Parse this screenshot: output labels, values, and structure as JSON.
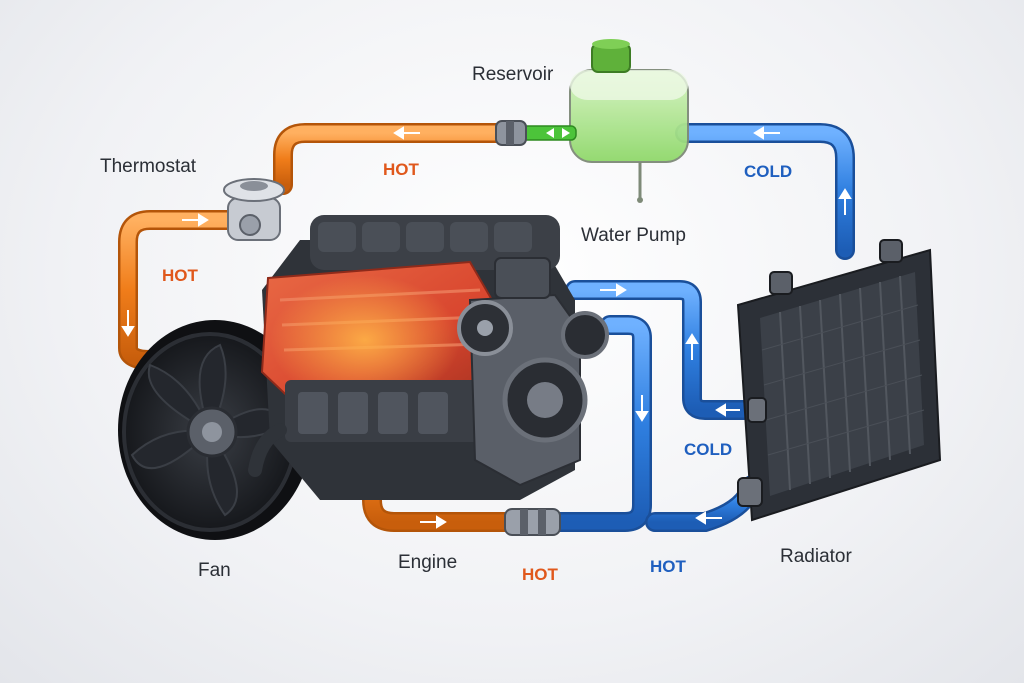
{
  "labels": {
    "reservoir": "Reservoir",
    "thermostat": "Thermostat",
    "water_pump": "Water Pump",
    "fan": "Fan",
    "engine": "Engine",
    "radiator": "Radiator"
  },
  "flow_labels": {
    "hot_top": "HOT",
    "hot_left": "HOT",
    "hot_bottom_orange": "HOT",
    "hot_bottom_blue": "HOT",
    "cold_top": "COLD",
    "cold_right": "COLD"
  },
  "colors": {
    "hot": "#f07d1a",
    "cold": "#2f7fe0",
    "hot_text": "#e0581c",
    "cold_text": "#1f5fbf",
    "coolant": "#8fd86a",
    "engine_red": "#d9472f",
    "metal_dark": "#3b3f47"
  }
}
